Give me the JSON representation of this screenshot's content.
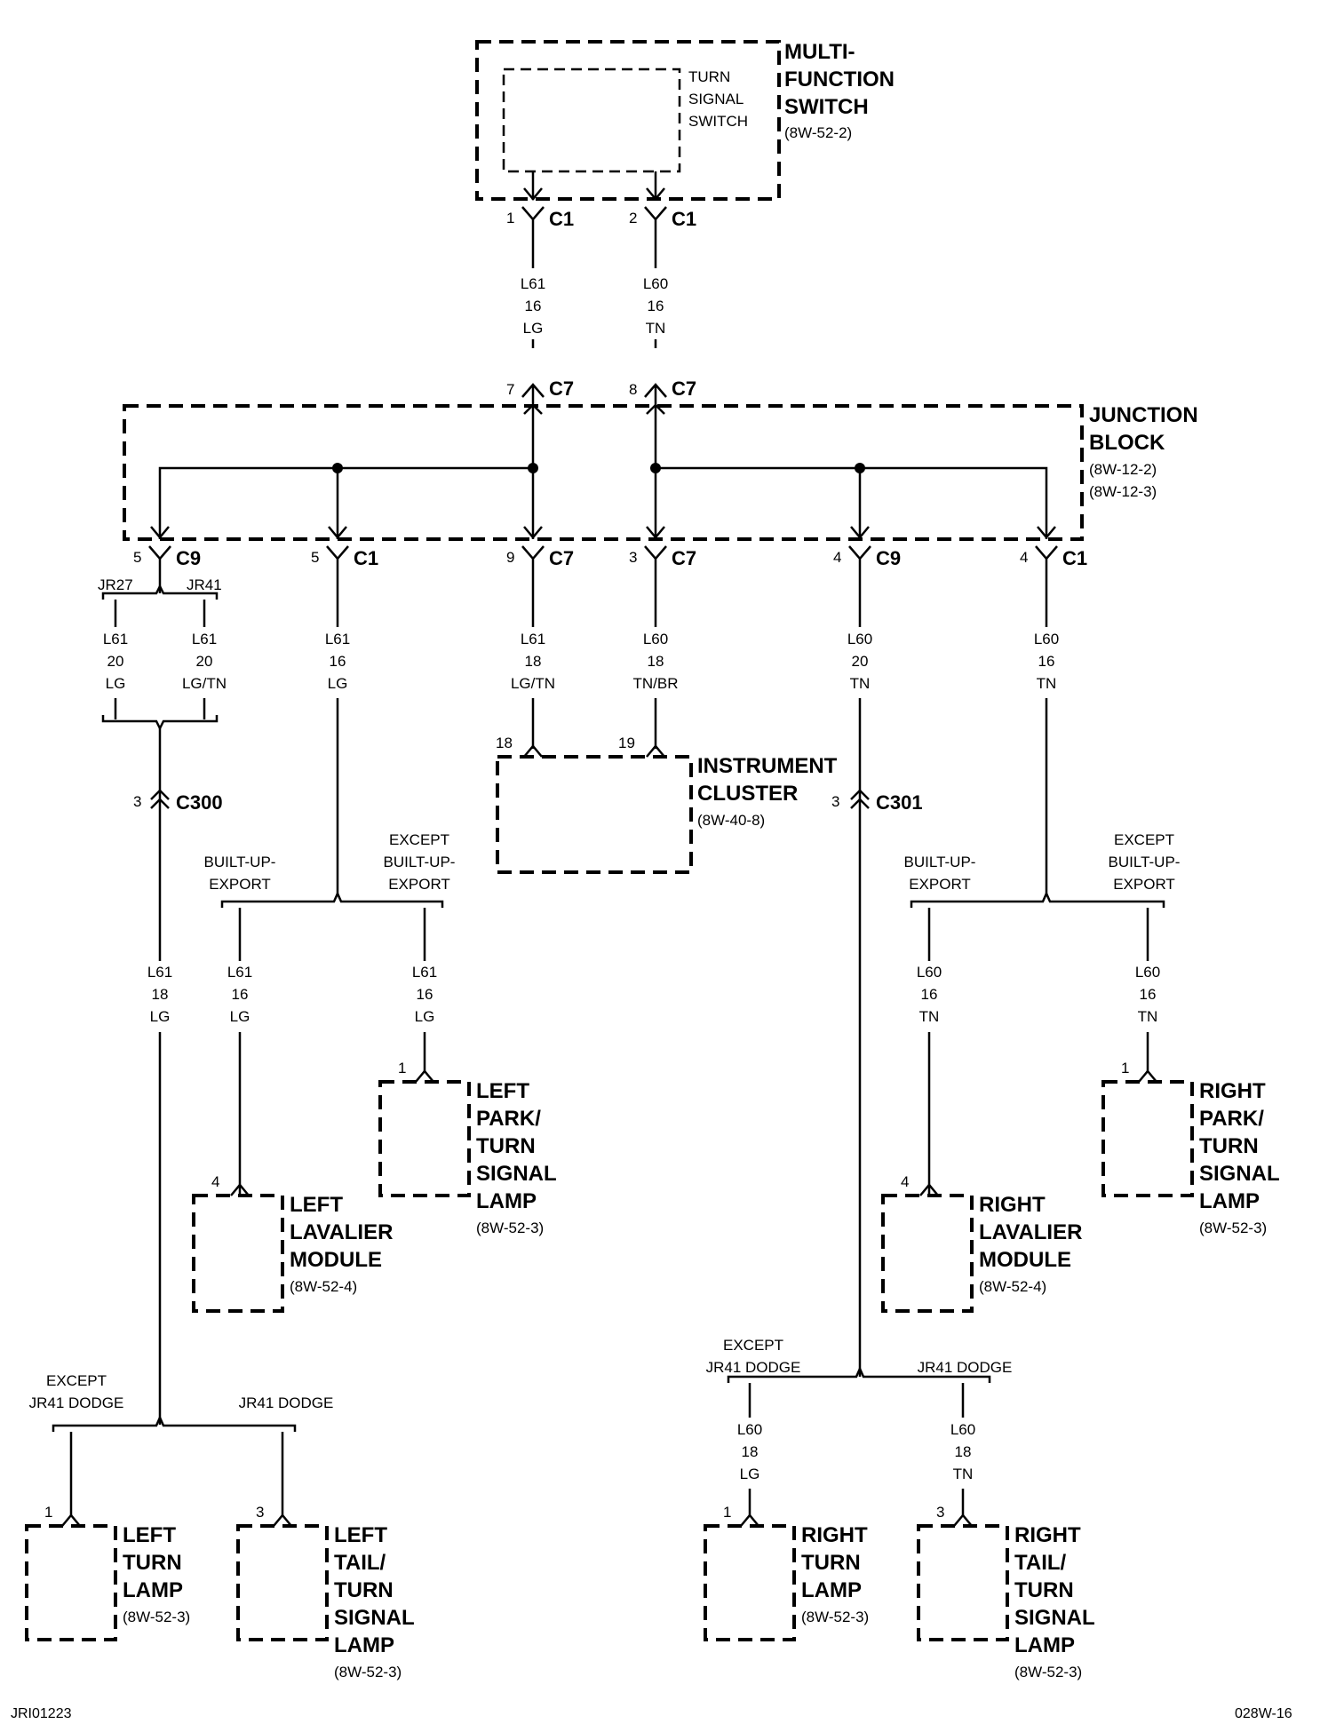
{
  "components": {
    "mfs": {
      "name": [
        "MULTI-",
        "FUNCTION",
        "SWITCH"
      ],
      "ref": "(8W-52-2)"
    },
    "turn_signal_switch": {
      "name": [
        "TURN",
        "SIGNAL",
        "SWITCH"
      ]
    },
    "junction_block": {
      "name": [
        "JUNCTION",
        "BLOCK"
      ],
      "refs": [
        "(8W-12-2)",
        "(8W-12-3)"
      ]
    },
    "instrument_cluster": {
      "name": [
        "INSTRUMENT",
        "CLUSTER"
      ],
      "ref": "(8W-40-8)"
    },
    "left_lavalier": {
      "name": [
        "LEFT",
        "LAVALIER",
        "MODULE"
      ],
      "ref": "(8W-52-4)"
    },
    "right_lavalier": {
      "name": [
        "RIGHT",
        "LAVALIER",
        "MODULE"
      ],
      "ref": "(8W-52-4)"
    },
    "left_park": {
      "name": [
        "LEFT",
        "PARK/",
        "TURN",
        "SIGNAL",
        "LAMP"
      ],
      "ref": "(8W-52-3)"
    },
    "right_park": {
      "name": [
        "RIGHT",
        "PARK/",
        "TURN",
        "SIGNAL",
        "LAMP"
      ],
      "ref": "(8W-52-3)"
    },
    "left_turn": {
      "name": [
        "LEFT",
        "TURN",
        "LAMP"
      ],
      "ref": "(8W-52-3)"
    },
    "left_tail": {
      "name": [
        "LEFT",
        "TAIL/",
        "TURN",
        "SIGNAL",
        "LAMP"
      ],
      "ref": "(8W-52-3)"
    },
    "right_turn": {
      "name": [
        "RIGHT",
        "TURN",
        "LAMP"
      ],
      "ref": "(8W-52-3)"
    },
    "right_tail": {
      "name": [
        "RIGHT",
        "TAIL/",
        "TURN",
        "SIGNAL",
        "LAMP"
      ],
      "ref": "(8W-52-3)"
    }
  },
  "connectors": {
    "mfs_c1_1": {
      "pin": "1",
      "name": "C1"
    },
    "mfs_c1_2": {
      "pin": "2",
      "name": "C1"
    },
    "jb_c7_7": {
      "pin": "7",
      "name": "C7"
    },
    "jb_c7_8": {
      "pin": "8",
      "name": "C7"
    },
    "jb_c9_5": {
      "pin": "5",
      "name": "C9"
    },
    "jb_c1_5": {
      "pin": "5",
      "name": "C1"
    },
    "jb_c7_9": {
      "pin": "9",
      "name": "C7"
    },
    "jb_c7_3": {
      "pin": "3",
      "name": "C7"
    },
    "jb_c9_4": {
      "pin": "4",
      "name": "C9"
    },
    "jb_c1_4": {
      "pin": "4",
      "name": "C1"
    },
    "c300": {
      "pin": "3",
      "name": "C300"
    },
    "c301": {
      "pin": "3",
      "name": "C301"
    },
    "ic_18": {
      "pin": "18"
    },
    "ic_19": {
      "pin": "19"
    },
    "llm_4": {
      "pin": "4"
    },
    "rlm_4": {
      "pin": "4"
    },
    "lpark_1": {
      "pin": "1"
    },
    "rpark_1": {
      "pin": "1"
    },
    "lturn_1": {
      "pin": "1"
    },
    "ltail_3": {
      "pin": "3"
    },
    "rturn_1": {
      "pin": "1"
    },
    "rtail_3": {
      "pin": "3"
    }
  },
  "wires": {
    "w1": [
      "L61",
      "16",
      "LG"
    ],
    "w2": [
      "L60",
      "16",
      "TN"
    ],
    "w3": [
      "L61",
      "20",
      "LG"
    ],
    "w4": [
      "L61",
      "20",
      "LG/TN"
    ],
    "w5": [
      "L61",
      "16",
      "LG"
    ],
    "w6": [
      "L61",
      "18",
      "LG/TN"
    ],
    "w7": [
      "L60",
      "18",
      "TN/BR"
    ],
    "w8": [
      "L60",
      "20",
      "TN"
    ],
    "w9": [
      "L60",
      "16",
      "TN"
    ],
    "w10": [
      "L61",
      "18",
      "LG"
    ],
    "w11": [
      "L61",
      "16",
      "LG"
    ],
    "w12": [
      "L61",
      "16",
      "LG"
    ],
    "w13": [
      "L60",
      "16",
      "TN"
    ],
    "w14": [
      "L60",
      "16",
      "TN"
    ],
    "w15": [
      "L60",
      "18",
      "LG"
    ],
    "w16": [
      "L60",
      "18",
      "TN"
    ]
  },
  "options": {
    "jr27": "JR27",
    "jr41": "JR41",
    "built_up_export": [
      "BUILT-UP-",
      "EXPORT"
    ],
    "except_built_up_export": [
      "EXCEPT",
      "BUILT-UP-",
      "EXPORT"
    ],
    "except_jr41_dodge": [
      "EXCEPT",
      "JR41 DODGE"
    ],
    "jr41_dodge": "JR41 DODGE"
  },
  "footer": {
    "left": "JRI01223",
    "right": "028W-16"
  }
}
